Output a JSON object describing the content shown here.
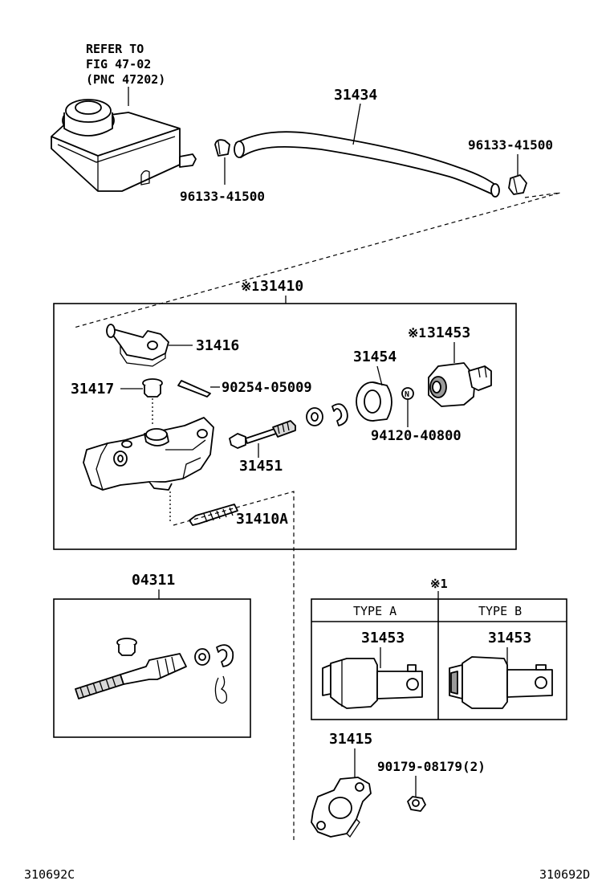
{
  "reservoir_ref": {
    "line1": "REFER TO",
    "line2": "FIG 47-02",
    "line3": "(PNC 47202)"
  },
  "labels": {
    "hose": "31434",
    "clip_left": "96133-41500",
    "clip_right": "96133-41500",
    "cylinder_assy": "31410",
    "cylinder_assy_mark": "※1",
    "union": "31416",
    "plug": "31417",
    "pin": "90254-05009",
    "boot": "31454",
    "sensor": "31453",
    "sensor_mark": "※1",
    "nut_n": "94120-40800",
    "push_rod": "31451",
    "stud": "31410A",
    "kit": "04311",
    "gasket": "31415",
    "nut": "90179-08179(2)",
    "n_symbol": "N"
  },
  "type_table": {
    "mark": "※1",
    "type_a": "TYPE A",
    "type_b": "TYPE B",
    "part_a": "31453",
    "part_b": "31453"
  },
  "footer": {
    "left_code": "310692C",
    "right_code": "310692D"
  }
}
